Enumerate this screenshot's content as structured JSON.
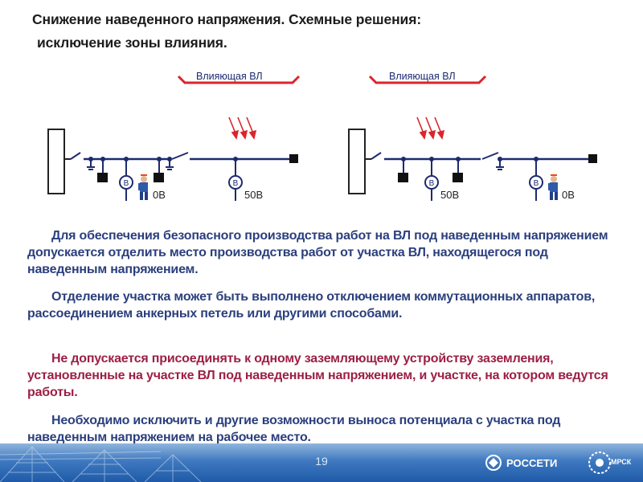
{
  "title": {
    "line1": "Снижение наведенного напряжения. Схемные решения:",
    "line2": "исключение зоны влияния."
  },
  "diagram": {
    "left": {
      "influence_label": "Влияющая ВЛ",
      "voltage_worker": "0В",
      "voltage_section": "50В",
      "meter_symbol": "В"
    },
    "right": {
      "influence_label": "Влияющая ВЛ",
      "voltage_section": "50В",
      "voltage_worker": "0В",
      "meter_symbol": "В"
    },
    "colors": {
      "line": "#1e2a6e",
      "arrow": "#d9262c",
      "outline": "#222222"
    }
  },
  "paragraphs": [
    "Для обеспечения безопасного производства работ на ВЛ под наведенным напряжением допускается отделить место производства работ от участка ВЛ, находящегося под наведенным напряжением.",
    "Отделение участка может быть выполнено отключением коммутационных аппаратов, рассоединением анкерных петель или другими способами.",
    "Не допускается присоединять к одному заземляющему устройству заземления, установленные на участке ВЛ под наведенным напряжением, и участке, на котором ведутся работы.",
    "Необходимо исключить и другие возможности выноса потенциала с участка под наведенным напряжением на рабочее место."
  ],
  "footer": {
    "page_number": "19",
    "logo_text": "РОССЕТИ",
    "logo2_text": "МРСК"
  }
}
